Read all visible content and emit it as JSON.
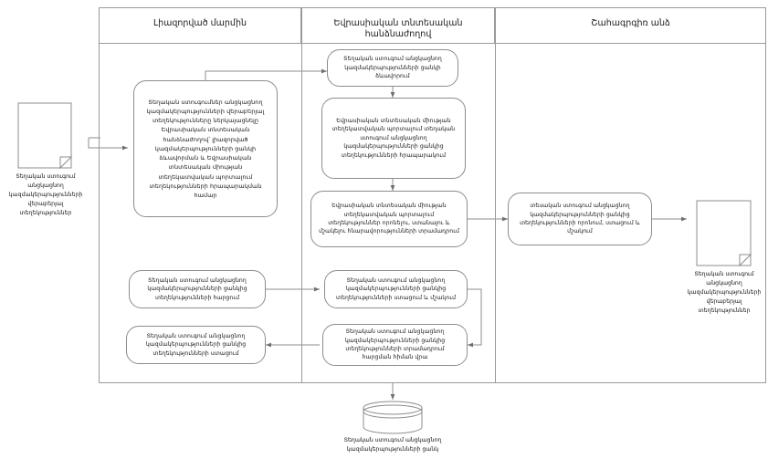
{
  "diagram": {
    "title": "Process flow - local inspection organizations registry",
    "lanes": [
      {
        "id": "lane-authorized-body",
        "label": "Լիազորված մարմին"
      },
      {
        "id": "lane-eurasian-commission",
        "label": "Եվրասիական տնտեսական հանձնաժողով"
      },
      {
        "id": "lane-interested-person",
        "label": "Շահագրգիռ անձ"
      }
    ],
    "nodes": {
      "input_document": "Տեղական ստուգում անցկացնող կազմակերպությունների վերաբերյալ տեղեկություններ",
      "main_task": "Տեղական ստուգումներ անցկացնող կազմակերպությունների վերաբերյալ տեղեկությունները ներկայացնելը Եվրասիական տնտեսական հանձնաժողով՝ լիազորված կազմակերպությունների ցանկի ձևավորման և Եվրասիական տնտեսական միության տեղեկատվական պորտալում տեղեկությունների հրապարակման համար",
      "registry_formation": "Տեղական ստուգում անցկացնող կազմակերպությունների ցանկի ձևավորում",
      "publish_portal": "Եվրասիական տնտեսական միության տեղեկատվական պորտալում տեղական ստուգում անցկացնող կազմակերպությունների ցանկից տեղեկությունների հրապարակում",
      "portal_search": "Եվրասիական տնտեսական միության տեղեկատվական պորտալում տեղեկություններ որոնելու, ստանալու և մշակելու հնարավորությունների տրամադրում",
      "person_search": "տեսական ստուգում անցկացնող կազմակերպությունների ցանկից տեղեկությունների որոնում, ստացում և մշակում",
      "output_document": "Տեղական ստուգում անցկացնող կազմակերպությունների վերաբերյալ տեղեկություններ",
      "request": "Տեղական ստուգում անցկացնող կազմակերպությունների ցանկից տեղեկությունների հարցում",
      "receive": "Տեղական ստուգում անցկացնող կազմակերպությունների ցանկից տեղեկությունների ստացում",
      "receive_process": "Տեղական ստուգում անցկացնող կազմակերպությունների ցանկից տեղեկությունների ստացում և մշակում",
      "provide_on_request": "Տեղական ստուգում անցկացնող կազմակերպությունների ցանկից տեղեկությունների տրամադրում հարցման հիման վրա",
      "database": "Տեղական ստուգում անցկացնող կազմակերպությունների ցանկ"
    },
    "colors": {
      "line": "#8d8d8d",
      "frame": "#9a9a9a",
      "text": "#111111",
      "background": "#ffffff"
    }
  }
}
